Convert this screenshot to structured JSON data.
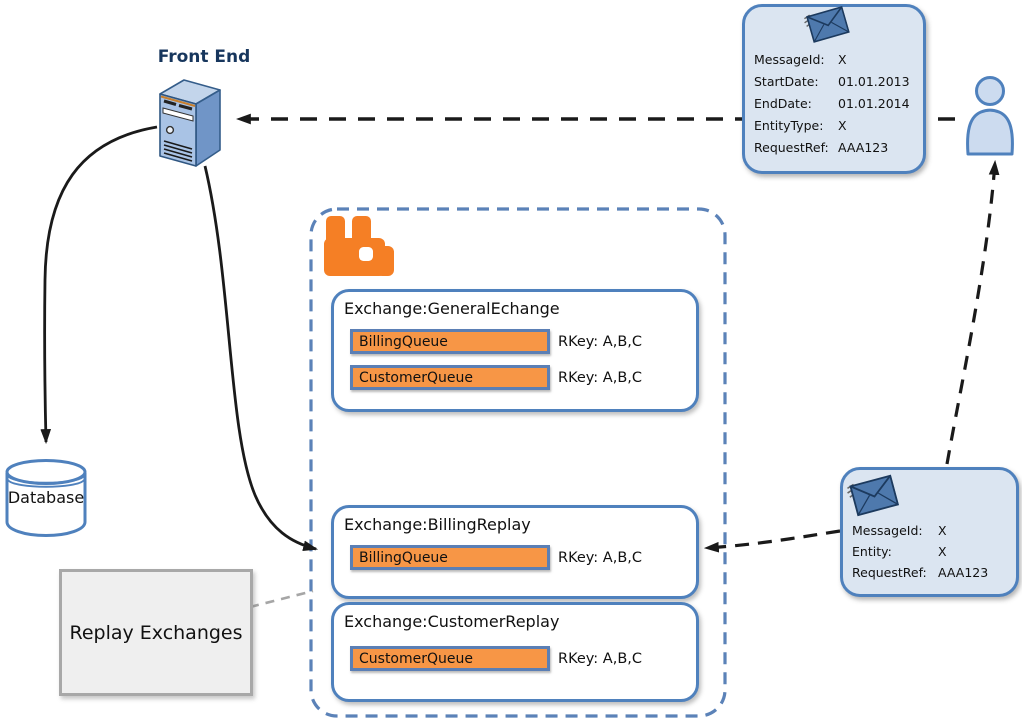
{
  "front_end": {
    "label": "Front End"
  },
  "database": {
    "label": "Database"
  },
  "broker": {
    "logo_icon": "rabbitmq-logo",
    "exchanges": [
      {
        "title": "Exchange:GeneralEchange",
        "queues": [
          {
            "name": "BillingQueue",
            "rkey": "RKey: A,B,C"
          },
          {
            "name": "CustomerQueue",
            "rkey": "RKey: A,B,C"
          }
        ]
      },
      {
        "title": "Exchange:BillingReplay",
        "queues": [
          {
            "name": "BillingQueue",
            "rkey": "RKey: A,B,C"
          }
        ]
      },
      {
        "title": "Exchange:CustomerReplay",
        "queues": [
          {
            "name": "CustomerQueue",
            "rkey": "RKey: A,B,C"
          }
        ]
      }
    ]
  },
  "replay_box": {
    "label": "Replay Exchanges"
  },
  "request_card": {
    "icon": "envelope-icon",
    "fields": [
      {
        "label": "MessageId:",
        "value": "X"
      },
      {
        "label": "StartDate:",
        "value": "01.01.2013"
      },
      {
        "label": "EndDate:",
        "value": "01.01.2014"
      },
      {
        "label": "EntityType:",
        "value": "X"
      },
      {
        "label": "RequestRef:",
        "value": "AAA123"
      }
    ]
  },
  "replay_card": {
    "icon": "envelope-icon",
    "fields": [
      {
        "label": "MessageId:",
        "value": "X"
      },
      {
        "label": "Entity:",
        "value": "X"
      },
      {
        "label": "RequestRef:",
        "value": "AAA123"
      }
    ]
  },
  "actor": {
    "icon": "user-icon"
  },
  "colors": {
    "accent_blue": "#4f81bd",
    "dashed_container_blue": "#5b82b8",
    "card_fill": "#dbe5f1",
    "queue_orange": "#f79646",
    "logo_orange": "#f57f25",
    "gray_box_border": "#a8a8a8",
    "connector_black": "#1a1a1a",
    "connector_gray": "#a6a6a6",
    "label_navy": "#17365d"
  }
}
